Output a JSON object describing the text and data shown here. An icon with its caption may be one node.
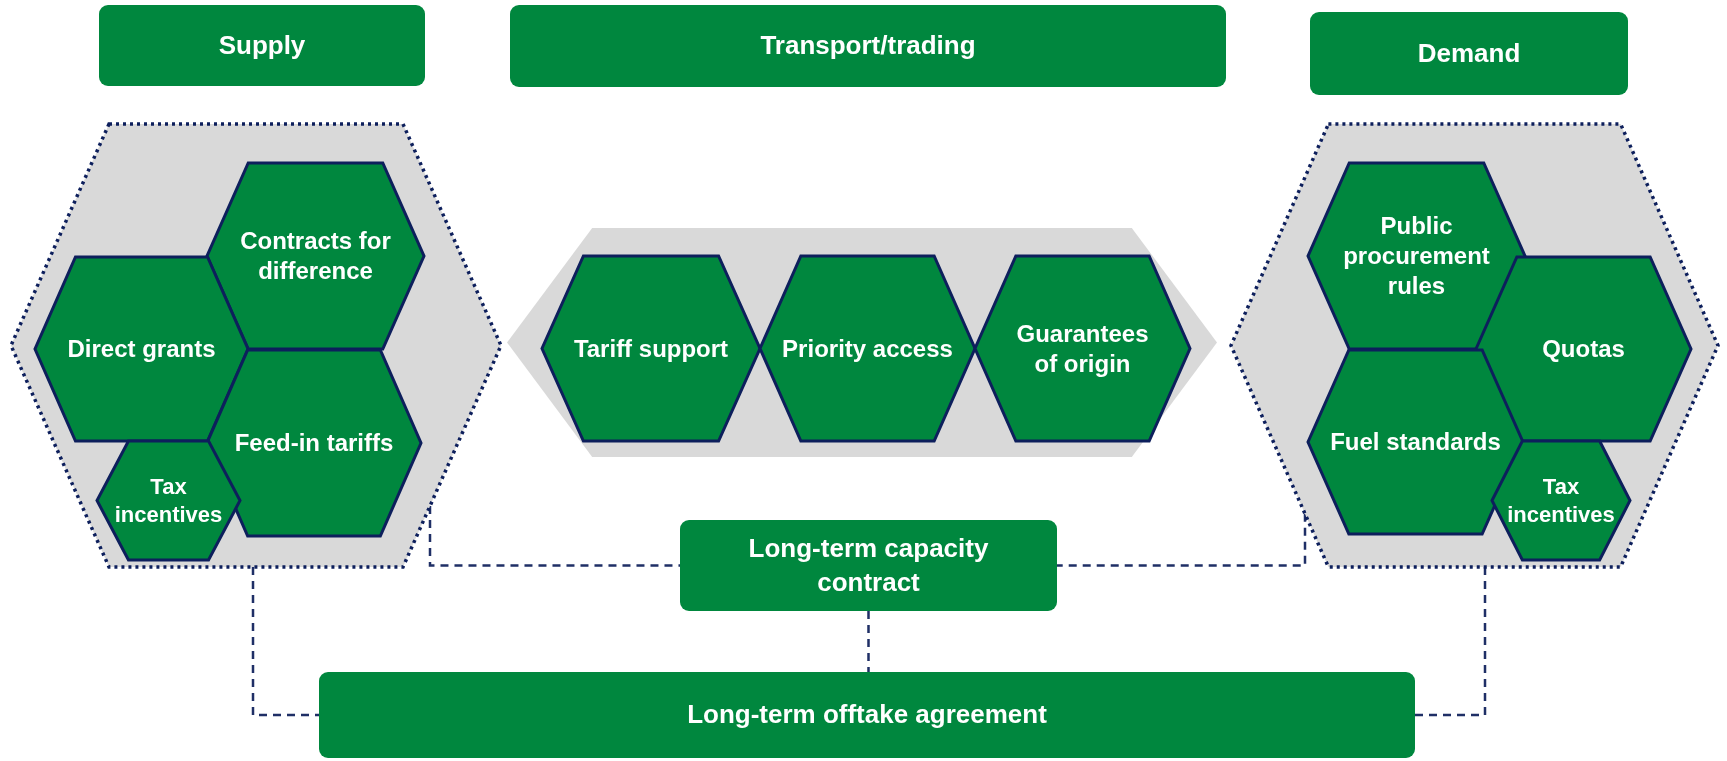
{
  "diagram": {
    "nodes": [
      {
        "text": [
          "Supply"
        ]
      },
      {
        "text": [
          "Transport/trading"
        ]
      },
      {
        "text": [
          "Demand"
        ]
      },
      {
        "text": [],
        "shape": "hexagon"
      },
      {
        "text": [
          "Contracts for difference"
        ],
        "in": 3
      },
      {
        "text": [
          "Direct grants"
        ],
        "in": 3
      },
      {
        "text": [
          "Feed-in tariffs"
        ],
        "in": 3
      },
      {
        "text": [
          "Tax incentives"
        ],
        "in": 3
      },
      {
        "text": [],
        "shape": "hexagon"
      },
      {
        "text": [
          "Tariff support"
        ],
        "in": 8
      },
      {
        "text": [
          "Priority access"
        ],
        "in": 8
      },
      {
        "text": [
          "Guarantees of origin"
        ],
        "in": 8
      },
      {
        "text": [],
        "shape": "hexagon"
      },
      {
        "text": [
          "Public procurement rules"
        ],
        "in": 12
      },
      {
        "text": [
          "Quotas"
        ],
        "in": 12
      },
      {
        "text": [
          "Fuel standards"
        ],
        "in": 12
      },
      {
        "text": [
          "Tax incentives"
        ],
        "in": 12
      },
      {
        "text": [
          "Long-term capacity contract"
        ]
      },
      {
        "text": [
          "Long-term offtake agreement"
        ]
      }
    ],
    "edges": [
      {
        "from": 3,
        "to": 17,
        "arrow": "none",
        "style": "dashed"
      },
      {
        "from": 12,
        "to": 17,
        "arrow": "none",
        "style": "dashed"
      },
      {
        "from": 17,
        "to": 18,
        "arrow": "none",
        "style": "dashed"
      },
      {
        "from": 3,
        "to": 18,
        "arrow": "none",
        "style": "dashed"
      },
      {
        "from": 12,
        "to": 18,
        "arrow": "none",
        "style": "dashed"
      }
    ]
  }
}
